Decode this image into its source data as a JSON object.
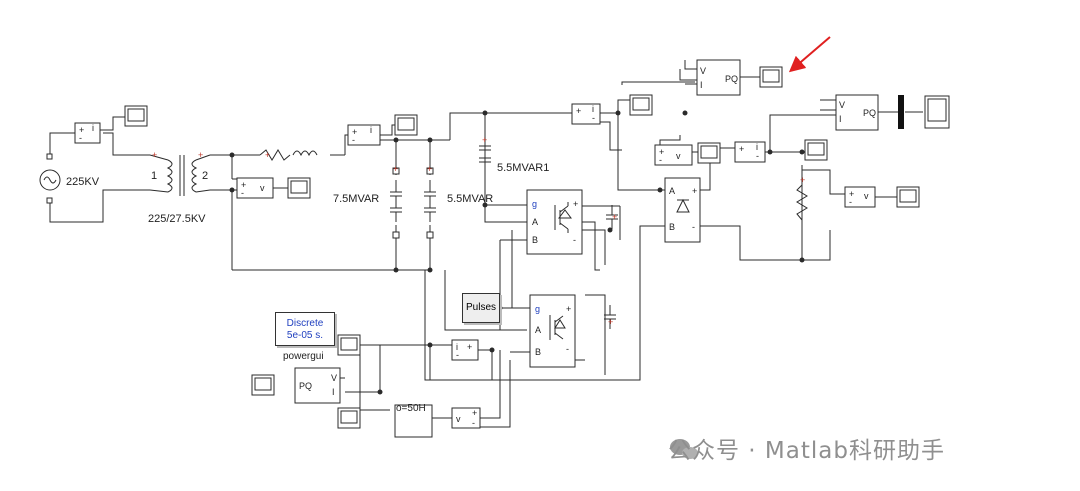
{
  "labels": {
    "source_voltage": "225KV",
    "winding_1": "1",
    "winding_2": "2",
    "transformer_ratio": "225/27.5KV",
    "cap_7_5": "7.5MVAR",
    "cap_5_5": "5.5MVAR",
    "cap_5_5_1": "5.5MVAR1",
    "discrete_line1": "Discrete",
    "discrete_line2": "5e-05 s.",
    "powergui": "powergui",
    "pulses": "Pulses",
    "sine_block": "o=50H"
  },
  "block_ports": {
    "plus": "+",
    "minus": "-",
    "current": "i",
    "voltage": "v",
    "pq": "PQ",
    "V": "V",
    "I": "I",
    "g": "g",
    "A": "A",
    "B": "B"
  },
  "watermark": "公众号 · Matlab科研助手",
  "colors": {
    "wire": "#2b2b2b",
    "arrow": "#e02020",
    "powergui_text": "#1f3fbf",
    "marker": "#c0392b",
    "watermark": "#8f8f8f"
  }
}
